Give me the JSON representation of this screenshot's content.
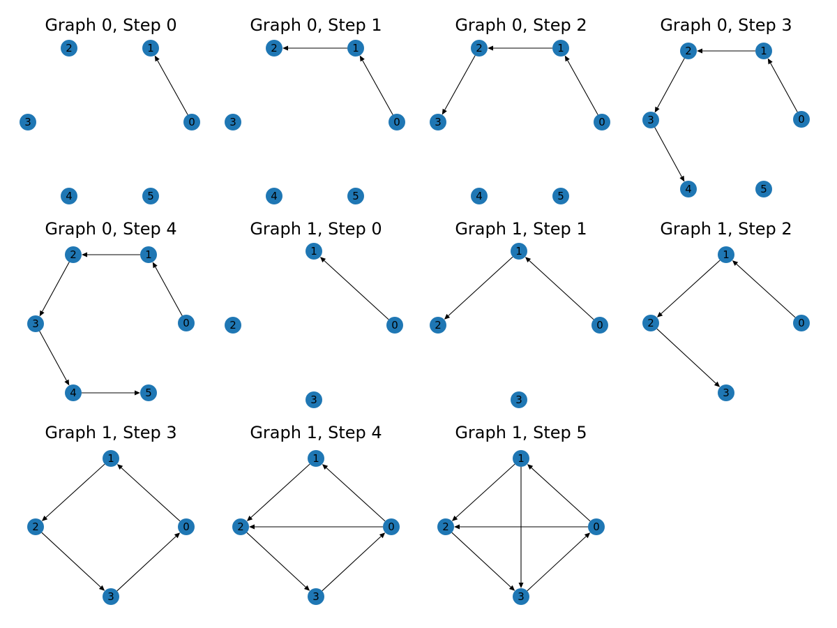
{
  "style": {
    "node_color": "#1f77b4",
    "edge_color": "#000000",
    "label_color": "#000000",
    "background": "#ffffff"
  },
  "panels": [
    {
      "title": "Graph 0, Step 0",
      "nodes": [
        "0",
        "1",
        "2",
        "3",
        "4",
        "5"
      ],
      "edges": [
        [
          "0",
          "1"
        ]
      ]
    },
    {
      "title": "Graph 0, Step 1",
      "nodes": [
        "0",
        "1",
        "2",
        "3",
        "4",
        "5"
      ],
      "edges": [
        [
          "0",
          "1"
        ],
        [
          "1",
          "2"
        ]
      ]
    },
    {
      "title": "Graph 0, Step 2",
      "nodes": [
        "0",
        "1",
        "2",
        "3",
        "4",
        "5"
      ],
      "edges": [
        [
          "0",
          "1"
        ],
        [
          "1",
          "2"
        ],
        [
          "2",
          "3"
        ]
      ]
    },
    {
      "title": "Graph 0, Step 3",
      "nodes": [
        "0",
        "1",
        "2",
        "3",
        "4",
        "5"
      ],
      "edges": [
        [
          "0",
          "1"
        ],
        [
          "1",
          "2"
        ],
        [
          "2",
          "3"
        ],
        [
          "3",
          "4"
        ]
      ]
    },
    {
      "title": "Graph 0, Step 4",
      "nodes": [
        "0",
        "1",
        "2",
        "3",
        "4",
        "5"
      ],
      "edges": [
        [
          "0",
          "1"
        ],
        [
          "1",
          "2"
        ],
        [
          "2",
          "3"
        ],
        [
          "3",
          "4"
        ],
        [
          "4",
          "5"
        ]
      ]
    },
    {
      "title": "Graph 1, Step 0",
      "nodes": [
        "0",
        "1",
        "2",
        "3"
      ],
      "edges": [
        [
          "0",
          "1"
        ]
      ]
    },
    {
      "title": "Graph 1, Step 1",
      "nodes": [
        "0",
        "1",
        "2",
        "3"
      ],
      "edges": [
        [
          "0",
          "1"
        ],
        [
          "1",
          "2"
        ]
      ]
    },
    {
      "title": "Graph 1, Step 2",
      "nodes": [
        "0",
        "1",
        "2",
        "3"
      ],
      "edges": [
        [
          "0",
          "1"
        ],
        [
          "1",
          "2"
        ],
        [
          "2",
          "3"
        ]
      ]
    },
    {
      "title": "Graph 1, Step 3",
      "nodes": [
        "0",
        "1",
        "2",
        "3"
      ],
      "edges": [
        [
          "0",
          "1"
        ],
        [
          "1",
          "2"
        ],
        [
          "2",
          "3"
        ],
        [
          "3",
          "0"
        ]
      ]
    },
    {
      "title": "Graph 1, Step 4",
      "nodes": [
        "0",
        "1",
        "2",
        "3"
      ],
      "edges": [
        [
          "0",
          "1"
        ],
        [
          "1",
          "2"
        ],
        [
          "2",
          "3"
        ],
        [
          "3",
          "0"
        ],
        [
          "0",
          "2"
        ]
      ]
    },
    {
      "title": "Graph 1, Step 5",
      "nodes": [
        "0",
        "1",
        "2",
        "3"
      ],
      "edges": [
        [
          "0",
          "1"
        ],
        [
          "1",
          "2"
        ],
        [
          "2",
          "3"
        ],
        [
          "3",
          "0"
        ],
        [
          "0",
          "2"
        ],
        [
          "1",
          "3"
        ]
      ]
    }
  ]
}
